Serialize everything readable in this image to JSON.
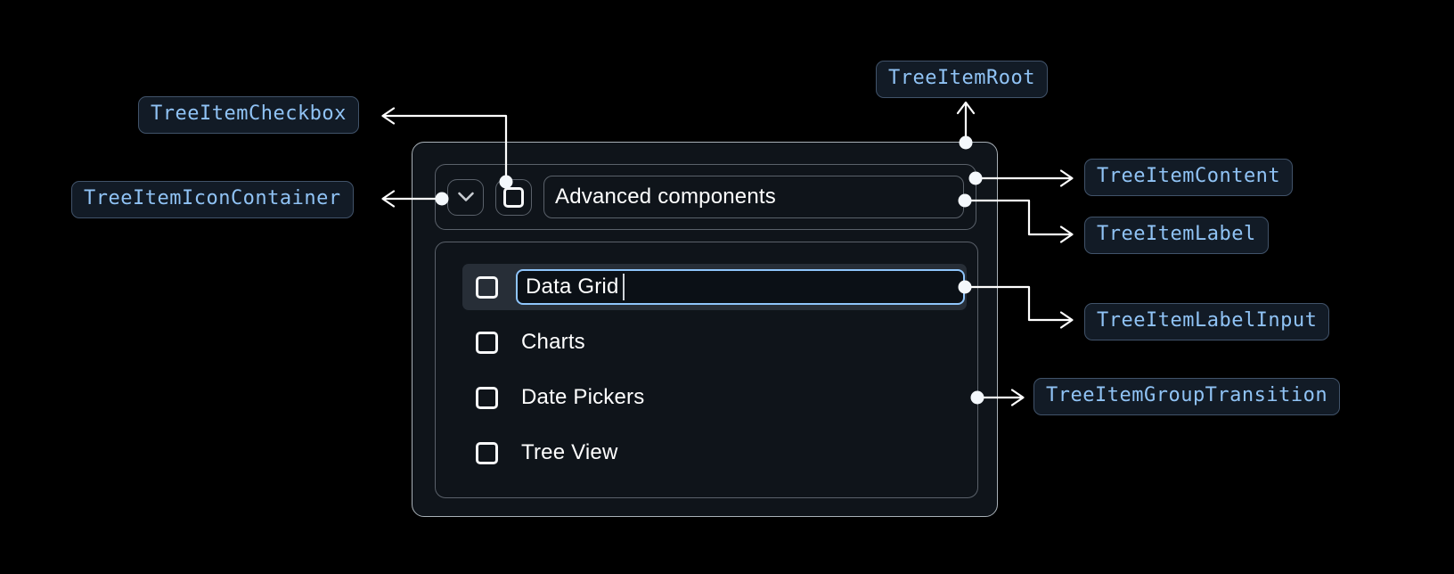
{
  "annotations": {
    "root": {
      "label": "TreeItemRoot"
    },
    "checkbox": {
      "label": "TreeItemCheckbox"
    },
    "icon_container": {
      "label": "TreeItemIconContainer"
    },
    "content": {
      "label": "TreeItemContent"
    },
    "item_label": {
      "label": "TreeItemLabel"
    },
    "label_input": {
      "label": "TreeItemLabelInput"
    },
    "group_transition": {
      "label": "TreeItemGroupTransition"
    }
  },
  "tree_item": {
    "parent": {
      "label": "Advanced components",
      "checked": false,
      "expanded": true
    },
    "editing_item": {
      "value": "Data Grid",
      "checked": false,
      "state": "editing"
    },
    "group_items": [
      {
        "label": "Charts",
        "checked": false
      },
      {
        "label": "Date Pickers",
        "checked": false
      },
      {
        "label": "Tree View",
        "checked": false
      }
    ]
  },
  "icons": {
    "expand_icon": "chevron-down",
    "checkbox_icon": "square-unchecked"
  },
  "colors": {
    "page_bg": "#000000",
    "panel_bg": "#0f141a",
    "panel_border": "#a9b1b8",
    "inner_border": "#5a616a",
    "chip_bg": "#121b26",
    "chip_border": "#41536a",
    "chip_text": "#90c3f5",
    "selected_row_bg": "#272e37",
    "input_focus_border": "#8fc5fb",
    "text": "#ffffff",
    "connector": "#ffffff"
  }
}
